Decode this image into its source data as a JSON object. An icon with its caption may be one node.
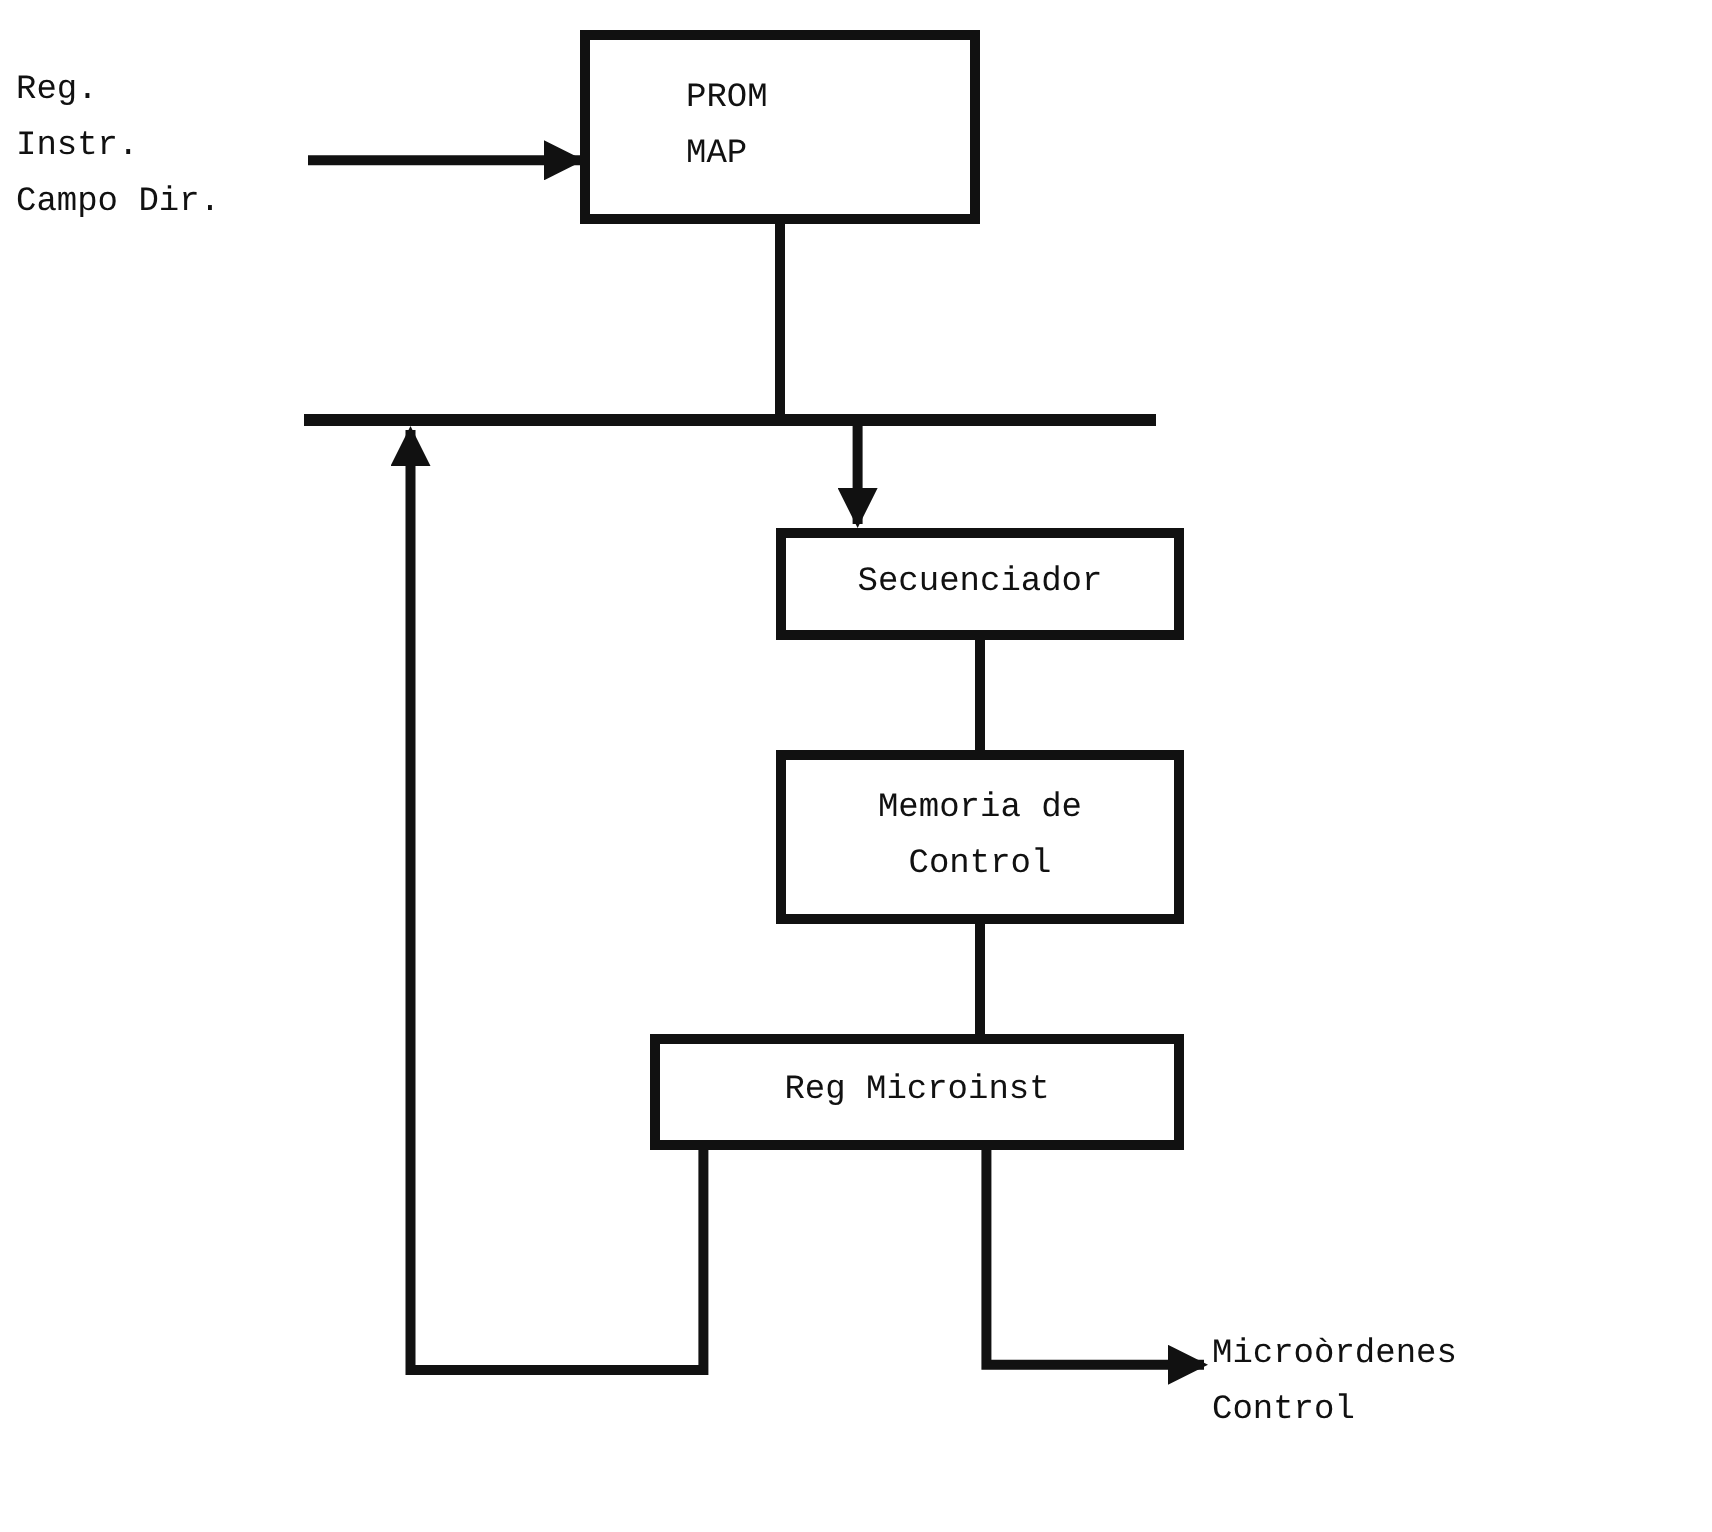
{
  "diagram": {
    "nodes": [
      {
        "text": [
          "Reg. Instr. Campo Dir."
        ]
      },
      {
        "text": [
          "PROM MAP"
        ]
      },
      {
        "text": [],
        "shape": "bar"
      },
      {
        "text": [
          "Secuenciador"
        ]
      },
      {
        "text": [
          "Memoria de Control"
        ]
      },
      {
        "text": [
          "Reg Microinst"
        ]
      },
      {
        "text": [
          "Microòrdenes Control"
        ]
      }
    ],
    "edges": [
      {
        "from": 0,
        "to": 1,
        "arrow": "to"
      },
      {
        "from": 1,
        "to": 2,
        "arrow": "none"
      },
      {
        "from": 2,
        "to": 3,
        "arrow": "to"
      },
      {
        "from": 3,
        "to": 4,
        "arrow": "none"
      },
      {
        "from": 4,
        "to": 5,
        "arrow": "none"
      },
      {
        "from": 5,
        "to": 2,
        "arrow": "to"
      },
      {
        "from": 5,
        "to": 6,
        "arrow": "to"
      }
    ]
  }
}
